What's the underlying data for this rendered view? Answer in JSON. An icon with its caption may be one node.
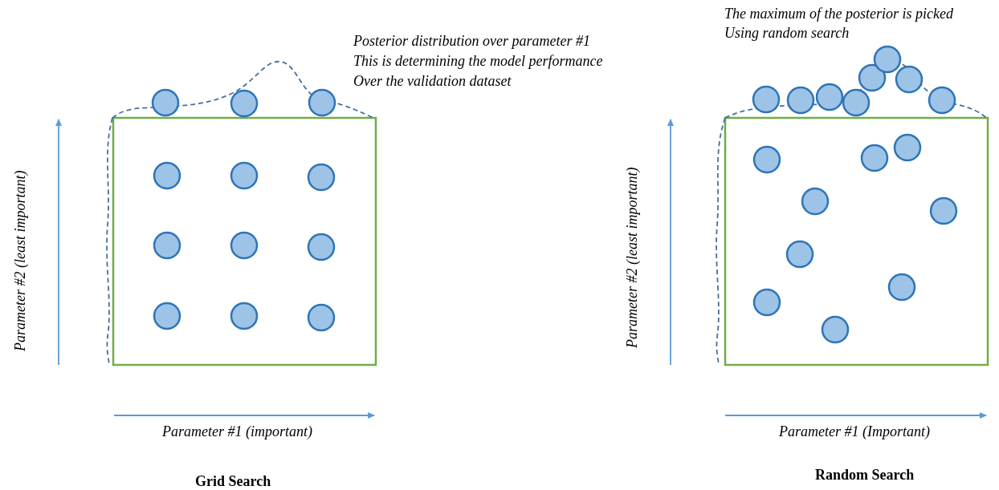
{
  "diagram": {
    "labels": [
      "The maximum of the posterior is picked",
      "Using random search",
      "Posterior distribution over parameter #1",
      "This is determining the model performance",
      "Over the validation dataset",
      "Parameter #2 (least important)",
      "Parameter #2 (least important)",
      "Parameter #1 (important)",
      "Parameter #1 (Important)",
      "Grid Search",
      "Random Search"
    ]
  }
}
